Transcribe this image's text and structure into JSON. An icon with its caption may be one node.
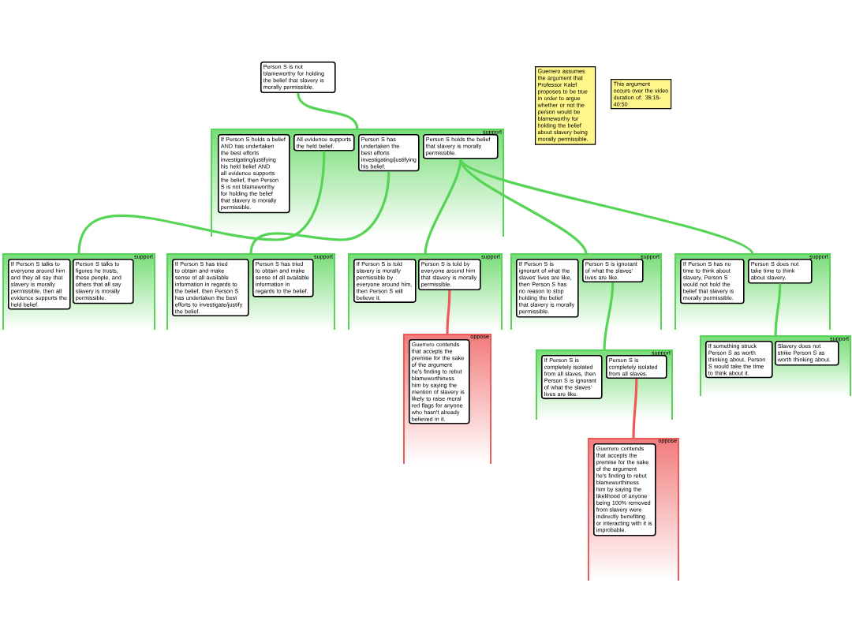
{
  "diagram": {
    "nodes": [
      {
        "text": [
          "Person S is not blameworthy for holding the belief that slavery is morally permissible."
        ]
      },
      {
        "text": [
          "support"
        ]
      },
      {
        "text": [
          "If Person S holds a belief AND has undertaken the best efforts investigating/justifying his held belief AND all evidence supports the belief, then Person S is not blameworthy for holding the belief that slavery is morally permissible."
        ],
        "in": 1
      },
      {
        "text": [
          "All evidence supports the held belief."
        ],
        "in": 1
      },
      {
        "text": [
          "Person S has undertaken the best efforts investigating/justifying his belief."
        ],
        "in": 1
      },
      {
        "text": [
          "Person S holds the belief that slavery is morally permissible."
        ],
        "in": 1
      },
      {
        "text": [
          "support"
        ]
      },
      {
        "text": [
          "If Person S talks to everyone around him and they all say that slavery is morally permissible, then all evidence supports the held belief."
        ],
        "in": 6
      },
      {
        "text": [
          "Person S talks to figures he trusts, these people, and others that all say slavery is morally permissible."
        ],
        "in": 6
      },
      {
        "text": [
          "support"
        ]
      },
      {
        "text": [
          "If Person S has tried to obtain and make sense of all available information in regards to the belief, then Person S has undertaken the best efforts to investigate/justify the belief."
        ],
        "in": 9
      },
      {
        "text": [
          "Person S has tried to obtain and make sense of all available information in regards to the belief."
        ],
        "in": 9
      },
      {
        "text": [
          "support"
        ]
      },
      {
        "text": [
          "If Person S is told slavery is morally permissible by everyone around him, then Person S will believe it."
        ],
        "in": 12
      },
      {
        "text": [
          "Person S is told by everyone around him that slavery is morally permissible."
        ],
        "in": 12
      },
      {
        "text": [
          "oppose"
        ]
      },
      {
        "text": [
          "Guerrero contends that accepts the premise for the sake of the argument he's finding to rebut blameworthiness him by saying the mention of slavery is likely to raise moral red flags for anyone who hasn't already believed in it."
        ],
        "in": 15
      },
      {
        "text": [
          "support"
        ]
      },
      {
        "text": [
          "If Person S is ignorant of what the slaves' lives are like, then Person S has no reason to stop holding the belief that slavery is morally permissible."
        ],
        "in": 17
      },
      {
        "text": [
          "Person S is ignorant of what the slaves' lives are like."
        ],
        "in": 17
      },
      {
        "text": [
          "support"
        ]
      },
      {
        "text": [
          "If Person S is completely isolated from all slaves, then Person S is ignorant of what the slaves' lives are like."
        ],
        "in": 20
      },
      {
        "text": [
          "Person S is completely isolated from all slaves."
        ],
        "in": 20
      },
      {
        "text": [
          "oppose"
        ]
      },
      {
        "text": [
          "Guerrero contends that accepts the premise for the sake of the argument he's finding to rebut blameworthiness him by saying the likelihood of anyone being 100% removed from slavery were indirectly benefiting or interacting with it is improbable."
        ],
        "in": 23
      },
      {
        "text": [
          "support"
        ]
      },
      {
        "text": [
          "If Person S has no time to think about slavery, Person S would not hold the belief that slavery is morally permissible."
        ],
        "in": 25
      },
      {
        "text": [
          "Person S does not take time to think about slavery."
        ],
        "in": 25
      },
      {
        "text": [
          "support"
        ]
      },
      {
        "text": [
          "If something struck Person S as worth thinking about, Person S would take the time to think about it."
        ],
        "in": 28
      },
      {
        "text": [
          "Slavery does not strike Person S as worth thinking about."
        ],
        "in": 28
      },
      {
        "text": [
          "Guerrero assumes the argument that Professor Kalef proposes to be true in order to argue whether or not the person would be blameworthy for holding the belief about slavery being morally permissible."
        ]
      },
      {
        "text": [
          "This argument occurs over the video duration of: 35:15-40:50"
        ]
      }
    ],
    "edges": [
      {
        "from": 1,
        "to": 0,
        "arrow": "none"
      },
      {
        "from": 6,
        "to": 3,
        "arrow": "none"
      },
      {
        "from": 9,
        "to": 4,
        "arrow": "none"
      },
      {
        "from": 12,
        "to": 5,
        "arrow": "none"
      },
      {
        "from": 15,
        "to": 14,
        "arrow": "none",
        "color": "#ee5a5a"
      },
      {
        "from": 17,
        "to": 5,
        "arrow": "none"
      },
      {
        "from": 20,
        "to": 19,
        "arrow": "none"
      },
      {
        "from": 23,
        "to": 22,
        "arrow": "none",
        "color": "#ee5a5a"
      },
      {
        "from": 25,
        "to": 5,
        "arrow": "none"
      },
      {
        "from": 28,
        "to": 27,
        "arrow": "none"
      }
    ]
  }
}
